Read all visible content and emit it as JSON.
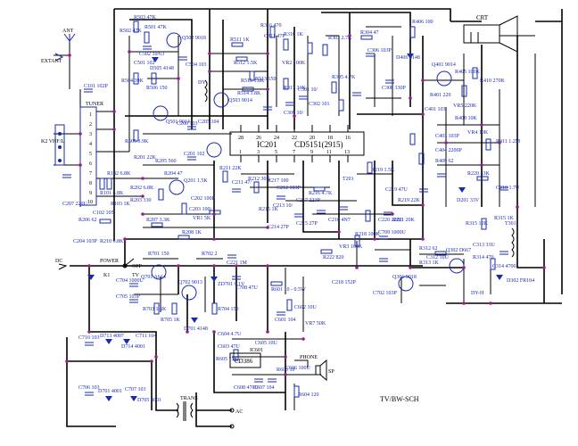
{
  "title": "TV/BW-SCH",
  "ic_main": {
    "ref": "IC201",
    "part": "CD5151(2915)"
  },
  "ic_audio": {
    "ref": "IC601",
    "part": "CD386"
  },
  "blocks": {
    "tuner": "TUNER",
    "crt": "CRT",
    "trans": "TRANS",
    "phone": "PHONE",
    "speaker": "SP",
    "ac": "AC",
    "dc": "DC",
    "power": "POWER",
    "ant": "ANT",
    "extant": "EXTANT",
    "vhf": "K2 VHF/L",
    "off": "OFF",
    "tv": "TV",
    "k1": "K1"
  },
  "labels": [
    {
      "t": "R503 47K"
    },
    {
      "t": "R502 47K"
    },
    {
      "t": "R501 47K"
    },
    {
      "t": "Q502 9018"
    },
    {
      "t": "D505 4148"
    },
    {
      "t": "C502 10/63"
    },
    {
      "t": "C504 103"
    },
    {
      "t": "R504 39K"
    },
    {
      "t": "R506 150"
    },
    {
      "t": "R505 3.9K"
    },
    {
      "t": "Q501 9014"
    },
    {
      "t": "Q503 9014"
    },
    {
      "t": "R511 1K"
    },
    {
      "t": "R512 1.5K"
    },
    {
      "t": "R513 150"
    },
    {
      "t": "R514 1.8K"
    },
    {
      "t": "R515 1.8K"
    },
    {
      "t": "C501 102"
    },
    {
      "t": "R316 470"
    },
    {
      "t": "C311 47P"
    },
    {
      "t": "R310 1K"
    },
    {
      "t": "VR2 100K"
    },
    {
      "t": "R317 33K"
    },
    {
      "t": "C309 10/"
    },
    {
      "t": "R303 2.7K"
    },
    {
      "t": "R304 47"
    },
    {
      "t": "C301 10/"
    },
    {
      "t": "C302 101"
    },
    {
      "t": "R305 4.7K"
    },
    {
      "t": "C306 103P"
    },
    {
      "t": "C308 330P"
    },
    {
      "t": "R406 100"
    },
    {
      "t": "D406 4148"
    },
    {
      "t": "Q401 9014"
    },
    {
      "t": "R401 220"
    },
    {
      "t": "C401 103"
    },
    {
      "t": "R405 100K"
    },
    {
      "t": "VR5 220K"
    },
    {
      "t": "R410 270K"
    },
    {
      "t": "R408 10K"
    },
    {
      "t": "R411 1.2M"
    },
    {
      "t": "C403 103P"
    },
    {
      "t": "C404 2200P"
    },
    {
      "t": "R409 62"
    },
    {
      "t": "VR4 10K"
    },
    {
      "t": "R220 33K"
    },
    {
      "t": "D201 33V"
    },
    {
      "t": "C210 1.7U"
    },
    {
      "t": "C200 103"
    },
    {
      "t": "R201 22K"
    },
    {
      "t": "C201 102"
    },
    {
      "t": "Q201 1.5K"
    },
    {
      "t": "C202 100P"
    },
    {
      "t": "C203 100/"
    },
    {
      "t": "R204 47"
    },
    {
      "t": "R202 6.8K"
    },
    {
      "t": "R203 330"
    },
    {
      "t": "R205 560"
    },
    {
      "t": "R206 62"
    },
    {
      "t": "R207 3.3K"
    },
    {
      "t": "VR1 5K"
    },
    {
      "t": "R208 1K"
    },
    {
      "t": "C204 103P"
    },
    {
      "t": "R210 6.8K"
    },
    {
      "t": "C207 220U"
    },
    {
      "t": "C101 102P"
    },
    {
      "t": "R101 6.8K"
    },
    {
      "t": "R102 6.8K"
    },
    {
      "t": "C102 105"
    },
    {
      "t": "R103 1K"
    },
    {
      "t": "C205 104"
    },
    {
      "t": "R211 22K"
    },
    {
      "t": "C211 47/"
    },
    {
      "t": "C212 103P"
    },
    {
      "t": "C213 10/"
    },
    {
      "t": "R212 30K"
    },
    {
      "t": "C214 27P"
    },
    {
      "t": "C215 27P"
    },
    {
      "t": "R216 4.7K"
    },
    {
      "t": "C216 4N7"
    },
    {
      "t": "R219 1.5K"
    },
    {
      "t": "T201"
    },
    {
      "t": "C220 220U"
    },
    {
      "t": "R221 20K"
    },
    {
      "t": "C221 1M"
    },
    {
      "t": "R222 820"
    },
    {
      "t": "VR3 100K"
    },
    {
      "t": "R218 100K"
    },
    {
      "t": "C709 1000U"
    },
    {
      "t": "R701 150"
    },
    {
      "t": "R702 2"
    },
    {
      "t": "R703 1.5K"
    },
    {
      "t": "R704 150"
    },
    {
      "t": "Q701 A614"
    },
    {
      "t": "Q702 9013"
    },
    {
      "t": "ZD701 9.1V"
    },
    {
      "t": "D701 4148"
    },
    {
      "t": "C704 1000U"
    },
    {
      "t": "C705 103P"
    },
    {
      "t": "C708 47U"
    },
    {
      "t": "R705 1K"
    },
    {
      "t": "C711 104"
    },
    {
      "t": "C710 103"
    },
    {
      "t": "D713 4007"
    },
    {
      "t": "D714 4001"
    },
    {
      "t": "C706 103"
    },
    {
      "t": "C707 103"
    },
    {
      "t": "D701 4001"
    },
    {
      "t": "D705 4001"
    },
    {
      "t": "R601 10 - 0.5W"
    },
    {
      "t": "C601 104"
    },
    {
      "t": "C602 10U"
    },
    {
      "t": "VR7 50K"
    },
    {
      "t": "C604 4.7U"
    },
    {
      "t": "C605 10U"
    },
    {
      "t": "C606 100U"
    },
    {
      "t": "C607 104"
    },
    {
      "t": "C608 470U"
    },
    {
      "t": "R603 10"
    },
    {
      "t": "R604 120"
    },
    {
      "t": "R605 *1K"
    },
    {
      "t": "C603 47U"
    },
    {
      "t": "Q301 9018"
    },
    {
      "t": "Q302 D667"
    },
    {
      "t": "R312 62"
    },
    {
      "t": "R313 1K"
    },
    {
      "t": "C312 10U"
    },
    {
      "t": "C313 33U"
    },
    {
      "t": "R314 470"
    },
    {
      "t": "C314 4700"
    },
    {
      "t": "R315 1K"
    },
    {
      "t": "T301"
    },
    {
      "t": "C702 103P"
    },
    {
      "t": "D302 FR104"
    },
    {
      "t": "R315 12K"
    },
    {
      "t": "DY"
    },
    {
      "t": "DY-H"
    },
    {
      "t": "C217 223P"
    },
    {
      "t": "C218 152P"
    },
    {
      "t": "R217 100"
    },
    {
      "t": "R215 1K"
    },
    {
      "t": "C219 47U"
    },
    {
      "t": "R219 22K"
    }
  ],
  "pins_top": [
    "28",
    "26",
    "24",
    "22",
    "20",
    "18",
    "16"
  ],
  "pins_bottom": [
    "1",
    "3",
    "5",
    "7",
    "9",
    "11",
    "13"
  ],
  "tuner_pins": [
    "1",
    "2",
    "3",
    "4",
    "5",
    "6",
    "7",
    "8",
    "9",
    "10"
  ],
  "colors": {
    "wire": "#000000",
    "label": "#1a2ab0",
    "junction": "#9b1b8e"
  }
}
